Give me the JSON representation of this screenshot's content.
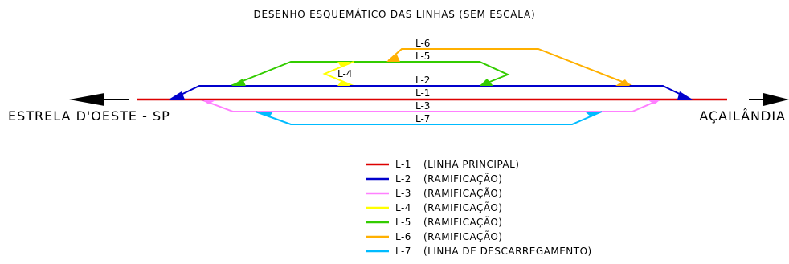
{
  "title": "DESENHO ESQUEMÁTICO DAS LINHAS (SEM ESCALA)",
  "cities": {
    "left": "ESTRELA D'OESTE - SP",
    "right": "AÇAILÂNDIA"
  },
  "lines": [
    {
      "id": "L-1",
      "color": "#dd0000"
    },
    {
      "id": "L-2",
      "color": "#0000cc"
    },
    {
      "id": "L-3",
      "color": "#ff80ff"
    },
    {
      "id": "L-4",
      "color": "#ffff00"
    },
    {
      "id": "L-5",
      "color": "#33cc00"
    },
    {
      "id": "L-6",
      "color": "#ffb000"
    },
    {
      "id": "L-7",
      "color": "#00bbff"
    }
  ],
  "legend": [
    {
      "line": "L-1",
      "desc": "(LINHA PRINCIPAL)"
    },
    {
      "line": "L-2",
      "desc": "(RAMIFICAÇÃO)"
    },
    {
      "line": "L-3",
      "desc": "(RAMIFICAÇÃO)"
    },
    {
      "line": "L-4",
      "desc": "(RAMIFICAÇÃO)"
    },
    {
      "line": "L-5",
      "desc": "(RAMIFICAÇÃO)"
    },
    {
      "line": "L-6",
      "desc": "(RAMIFICAÇÃO)"
    },
    {
      "line": "L-7",
      "desc": "(LINHA DE DESCARREGAMENTO)"
    }
  ]
}
